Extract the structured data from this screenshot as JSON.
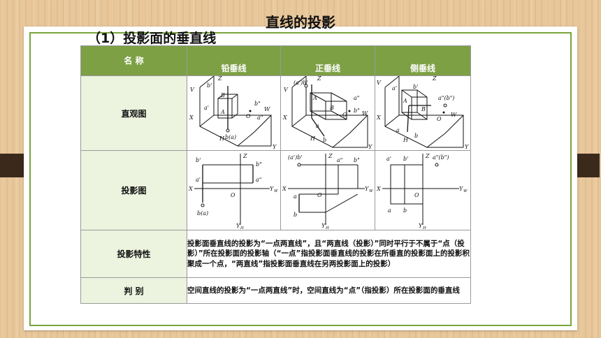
{
  "slide": {
    "title": "直线的投影",
    "subtitle": "（1）投影面的垂直线"
  },
  "table": {
    "headers": [
      "名  称",
      "铅垂线",
      "正垂线",
      "侧垂线"
    ],
    "rows": {
      "intuitive": {
        "label": "直观图"
      },
      "projection": {
        "label": "投影图"
      },
      "property": {
        "label": "投影特性",
        "text": "投影面垂直线的投影为“一点两直线”，且“两直线（投影）”同时平行于不属于“点（投影）”所在投影面的投影轴（“一点”指投影面垂直线的投影在所垂直的投影面上的投影积聚成一个点，“两直线”指投影面垂直线在另两投影面上的投影）"
      },
      "judge": {
        "label": "判  别",
        "text": "空间直线的投影为“一点两直线”时，空间直线为“点”（指投影）所在投影面的垂直线"
      }
    }
  },
  "colors": {
    "header_green": "#7da045",
    "label_bg": "#ecf3de",
    "frame_green": "#7aa43c",
    "wood": "#e8c79b",
    "tab": "#3b2a1c"
  },
  "figures": {
    "pic1": {
      "V": "V",
      "b1": "b'",
      "a1": "a'",
      "Z": "Z",
      "A": "A",
      "B": "B",
      "O": "O",
      "b2": "b\"",
      "a2": "a\"",
      "W": "W",
      "X": "X",
      "H": "H",
      "ba": "b(a)",
      "Y": "Y"
    },
    "pic2": {
      "V": "V",
      "ab1": "(a')b'",
      "Z": "Z",
      "A": "A",
      "B": "B",
      "a2": "a\"",
      "b2": "b\"",
      "O": "O",
      "W": "W",
      "X": "X",
      "b": "b",
      "a": "a",
      "H": "H",
      "Y": "Y"
    },
    "pic3": {
      "V": "V",
      "Z": "Z",
      "a1": "a'",
      "b1": "b'",
      "ab2": "a\"(b\")",
      "A": "A",
      "B": "B",
      "O": "O",
      "W": "W",
      "X": "X",
      "a": "a",
      "b": "b",
      "H": "H",
      "Y": "Y"
    },
    "proj1": {
      "b1": "b'",
      "Z": "Z",
      "b2": "b\"",
      "a1": "a'",
      "a2": "a\"",
      "X": "X",
      "O": "O",
      "YW": "Y",
      "YWs": "W",
      "ba": "b(a)",
      "YH": "Y",
      "YHs": "H"
    },
    "proj2": {
      "ab1": "(a')b'",
      "Z": "Z",
      "a2": "a\"",
      "b2": "b\"",
      "X": "X",
      "O": "O",
      "YW": "Y",
      "YWs": "W",
      "a": "a",
      "b": "b",
      "YH": "Y",
      "YHs": "H"
    },
    "proj3": {
      "a1": "a'",
      "b1": "b'",
      "Z": "Z",
      "ab2": "a\"(b\")",
      "X": "X",
      "O": "O",
      "YW": "Y",
      "YWs": "W",
      "a": "a",
      "b": "b",
      "YH": "Y",
      "YHs": "H"
    }
  }
}
